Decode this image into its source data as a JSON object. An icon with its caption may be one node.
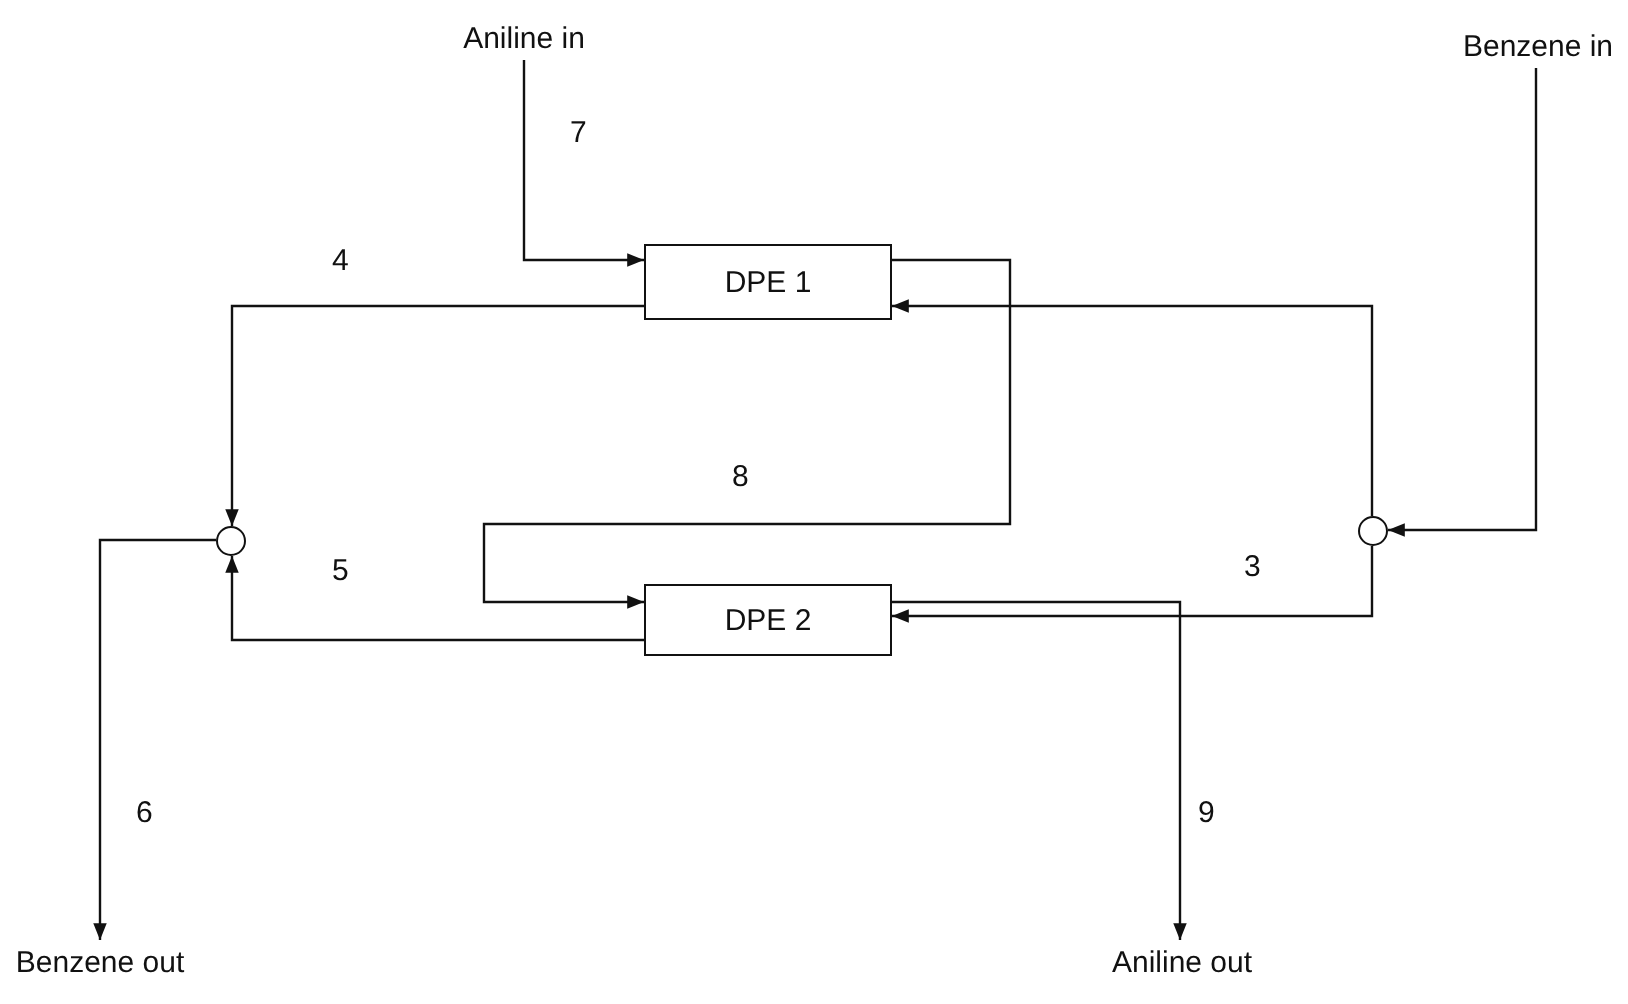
{
  "diagram": {
    "nodes": [
      {
        "text": [
          "Aniline in"
        ]
      },
      {
        "text": [
          "Benzene in"
        ]
      },
      {
        "text": [
          "DPE 1"
        ]
      },
      {
        "text": [
          "DPE 2"
        ]
      },
      {
        "text": [],
        "shape": "circle"
      },
      {
        "text": [],
        "shape": "circle"
      },
      {
        "text": [
          "Benzene out"
        ]
      },
      {
        "text": [
          "Aniline out"
        ]
      }
    ],
    "edges": [
      {
        "from": 0,
        "to": 2,
        "arrow": "to",
        "label": "7"
      },
      {
        "from": 2,
        "to": 4,
        "arrow": "to",
        "label": "4"
      },
      {
        "from": 2,
        "to": 3,
        "arrow": "to",
        "label": "8"
      },
      {
        "from": 1,
        "to": 5,
        "arrow": "to"
      },
      {
        "from": 5,
        "to": 2,
        "arrow": "to"
      },
      {
        "from": 3,
        "to": 4,
        "arrow": "to",
        "label": "5"
      },
      {
        "from": 5,
        "to": 3,
        "arrow": "to",
        "label": "3"
      },
      {
        "from": 4,
        "to": 6,
        "arrow": "to",
        "label": "6"
      },
      {
        "from": 3,
        "to": 7,
        "arrow": "to",
        "label": "9"
      }
    ]
  }
}
